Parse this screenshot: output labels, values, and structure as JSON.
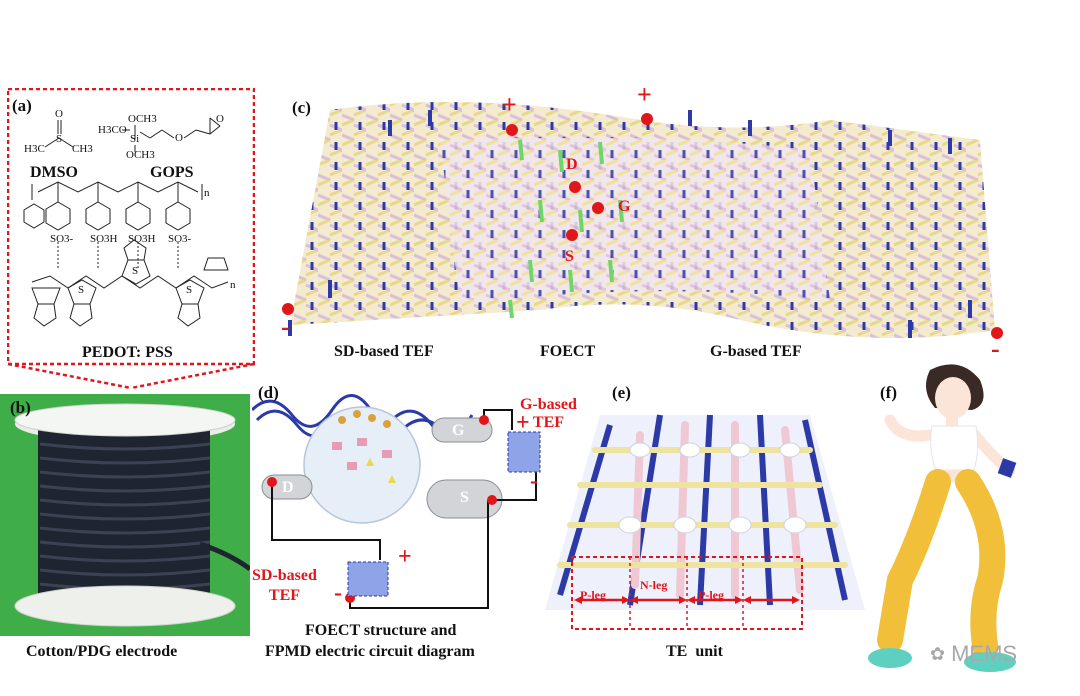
{
  "panel_a": {
    "label": "(a)",
    "dmso": "DMSO",
    "gops": "GOPS",
    "caption": "PEDOT: PSS",
    "chem_labels": {
      "o": "O",
      "s": "S",
      "h3c": "H3C",
      "ch3": "CH3",
      "och3": "OCH3",
      "h3co": "H3CO",
      "si": "Si",
      "so3_minus": "SO3-",
      "so3h": "SO3H",
      "n": "n",
      "plus": "+"
    }
  },
  "panel_b": {
    "label": "(b)",
    "caption": "Cotton/PDG electrode"
  },
  "panel_c": {
    "label": "(c)",
    "plus": "+",
    "minus": "-",
    "d": "D",
    "g": "G",
    "s": "S",
    "captions": [
      "SD-based TEF",
      "FOECT",
      "G-based TEF"
    ]
  },
  "panel_d": {
    "label": "(d)",
    "g_label": "G",
    "d_label": "D",
    "s_label": "S",
    "g_tef": "G-based\nTEF",
    "sd_tef": "SD-based\nTEF",
    "caption_line1": "FOECT structure and",
    "caption_line2": "FPMD electric circuit diagram",
    "plus": "+",
    "minus": "-"
  },
  "panel_e": {
    "label": "(e)",
    "legs": [
      "P-leg",
      "N-leg",
      "P-leg"
    ],
    "caption": "TE  unit"
  },
  "panel_f": {
    "label": "(f)"
  },
  "watermark": "MEMS",
  "colors": {
    "accent_red": "#e0161b",
    "fiber_blue": "#2b3aa6",
    "fiber_yellow": "#efe3a0",
    "fiber_pink": "#f0c8d4",
    "fiber_green": "#6fd66a",
    "photo_green": "#3fae48"
  }
}
